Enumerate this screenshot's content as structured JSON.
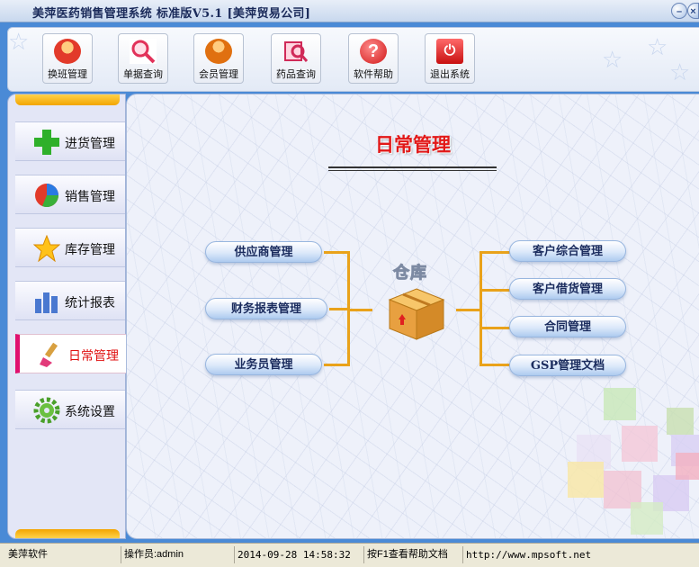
{
  "window": {
    "title": "美萍医药销售管理系统 标准版V5.1 [美萍贸易公司]"
  },
  "toolbar": {
    "items": [
      {
        "label": "换班管理",
        "icon": "users-icon"
      },
      {
        "label": "单据查询",
        "icon": "search-icon"
      },
      {
        "label": "会员管理",
        "icon": "member-icon"
      },
      {
        "label": "药品查询",
        "icon": "medicine-search-icon"
      },
      {
        "label": "软件帮助",
        "icon": "help-icon"
      },
      {
        "label": "退出系统",
        "icon": "power-icon"
      }
    ]
  },
  "sidebar": {
    "items": [
      {
        "label": "进货管理",
        "icon": "plus-icon"
      },
      {
        "label": "销售管理",
        "icon": "pie-chart-icon"
      },
      {
        "label": "库存管理",
        "icon": "star-icon"
      },
      {
        "label": "统计报表",
        "icon": "bar-chart-icon"
      },
      {
        "label": "日常管理",
        "icon": "brush-icon",
        "active": true
      },
      {
        "label": "系统设置",
        "icon": "gear-icon"
      }
    ]
  },
  "main": {
    "heading": "日常管理",
    "center_label": "仓库",
    "left_buttons": [
      "供应商管理",
      "财务报表管理",
      "业务员管理"
    ],
    "right_buttons": [
      "客户综合管理",
      "客户借货管理",
      "合同管理",
      "GSP管理文档"
    ]
  },
  "statusbar": {
    "app": "美萍软件",
    "operator": "操作员:admin",
    "datetime": "2014-09-28 14:58:32",
    "help": "按F1查看帮助文档",
    "url": "http://www.mpsoft.net"
  },
  "colors": {
    "accent_red": "#e21818",
    "active_bar": "#e0106e",
    "connector": "#e9a21a",
    "frame_blue": "#4a8ad6"
  }
}
